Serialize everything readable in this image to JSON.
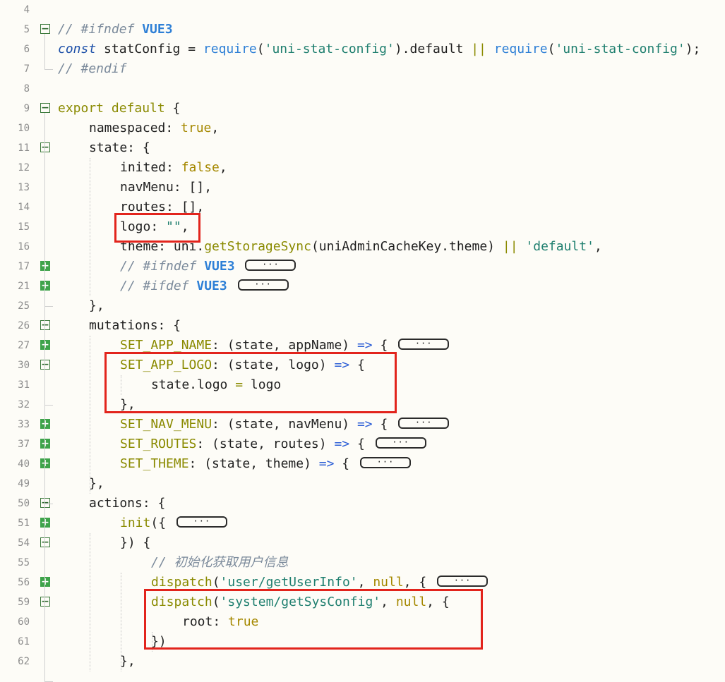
{
  "editor": {
    "lines": [
      {
        "n": "4",
        "fold": "none",
        "indent": 0,
        "tokens": []
      },
      {
        "n": "5",
        "fold": "open",
        "indent": 0,
        "tokens": [
          {
            "t": "// #ifndef ",
            "c": "cmt"
          },
          {
            "t": "VUE3",
            "c": "vue"
          }
        ]
      },
      {
        "n": "6",
        "fold": "none",
        "indent": 0,
        "tokens": [
          {
            "t": "const",
            "c": "kwi"
          },
          {
            "t": " statConfig = ",
            "c": ""
          },
          {
            "t": "require",
            "c": "req"
          },
          {
            "t": "(",
            "c": ""
          },
          {
            "t": "'uni-stat-config'",
            "c": "str"
          },
          {
            "t": ").default ",
            "c": ""
          },
          {
            "t": "||",
            "c": "kw"
          },
          {
            "t": " ",
            "c": ""
          },
          {
            "t": "require",
            "c": "req"
          },
          {
            "t": "(",
            "c": ""
          },
          {
            "t": "'uni-stat-config'",
            "c": "str"
          },
          {
            "t": ");",
            "c": ""
          }
        ]
      },
      {
        "n": "7",
        "fold": "none",
        "indent": 0,
        "tokens": [
          {
            "t": "// #endif",
            "c": "cmt"
          }
        ]
      },
      {
        "n": "8",
        "fold": "none",
        "indent": 0,
        "tokens": []
      },
      {
        "n": "9",
        "fold": "open",
        "indent": 0,
        "tokens": [
          {
            "t": "export default",
            "c": "kw"
          },
          {
            "t": " {",
            "c": ""
          }
        ]
      },
      {
        "n": "10",
        "fold": "none",
        "indent": 1,
        "tokens": [
          {
            "t": "namespaced: ",
            "c": ""
          },
          {
            "t": "true",
            "c": "bool"
          },
          {
            "t": ",",
            "c": ""
          }
        ]
      },
      {
        "n": "11",
        "fold": "open",
        "indent": 1,
        "tokens": [
          {
            "t": "state: {",
            "c": ""
          }
        ]
      },
      {
        "n": "12",
        "fold": "none",
        "indent": 2,
        "tokens": [
          {
            "t": "inited: ",
            "c": ""
          },
          {
            "t": "false",
            "c": "bool"
          },
          {
            "t": ",",
            "c": ""
          }
        ]
      },
      {
        "n": "13",
        "fold": "none",
        "indent": 2,
        "tokens": [
          {
            "t": "navMenu: [],",
            "c": ""
          }
        ]
      },
      {
        "n": "14",
        "fold": "none",
        "indent": 2,
        "tokens": [
          {
            "t": "routes: [],",
            "c": ""
          }
        ]
      },
      {
        "n": "15",
        "fold": "none",
        "indent": 2,
        "tokens": [
          {
            "t": "logo: ",
            "c": ""
          },
          {
            "t": "\"\"",
            "c": "str"
          },
          {
            "t": ",",
            "c": ""
          }
        ]
      },
      {
        "n": "16",
        "fold": "none",
        "indent": 2,
        "tokens": [
          {
            "t": "theme: uni.",
            "c": ""
          },
          {
            "t": "getStorageSync",
            "c": "fn"
          },
          {
            "t": "(uniAdminCacheKey.theme) ",
            "c": ""
          },
          {
            "t": "||",
            "c": "kw"
          },
          {
            "t": " ",
            "c": ""
          },
          {
            "t": "'default'",
            "c": "str"
          },
          {
            "t": ",",
            "c": ""
          }
        ]
      },
      {
        "n": "17",
        "fold": "closed",
        "indent": 2,
        "collapsed": true,
        "tokens": [
          {
            "t": "// #ifndef ",
            "c": "cmt"
          },
          {
            "t": "VUE3",
            "c": "vue"
          }
        ]
      },
      {
        "n": "21",
        "fold": "closed",
        "indent": 2,
        "collapsed": true,
        "tokens": [
          {
            "t": "// #ifdef ",
            "c": "cmt"
          },
          {
            "t": "VUE3",
            "c": "vue"
          }
        ]
      },
      {
        "n": "25",
        "fold": "none",
        "indent": 1,
        "tokens": [
          {
            "t": "},",
            "c": ""
          }
        ]
      },
      {
        "n": "26",
        "fold": "open",
        "indent": 1,
        "tokens": [
          {
            "t": "mutations: {",
            "c": ""
          }
        ]
      },
      {
        "n": "27",
        "fold": "closed",
        "indent": 2,
        "collapsed": true,
        "tokens": [
          {
            "t": "SET_APP_NAME",
            "c": "fn"
          },
          {
            "t": ": (state, appName) ",
            "c": ""
          },
          {
            "t": "=>",
            "c": "op"
          },
          {
            "t": " {",
            "c": ""
          }
        ]
      },
      {
        "n": "30",
        "fold": "open",
        "indent": 2,
        "tokens": [
          {
            "t": "SET_APP_LOGO",
            "c": "fn"
          },
          {
            "t": ": (state, logo) ",
            "c": ""
          },
          {
            "t": "=>",
            "c": "op"
          },
          {
            "t": " {",
            "c": ""
          }
        ]
      },
      {
        "n": "31",
        "fold": "none",
        "indent": 3,
        "tokens": [
          {
            "t": "state.logo ",
            "c": ""
          },
          {
            "t": "=",
            "c": "kw"
          },
          {
            "t": " logo",
            "c": ""
          }
        ]
      },
      {
        "n": "32",
        "fold": "none",
        "indent": 2,
        "tokens": [
          {
            "t": "},",
            "c": ""
          }
        ]
      },
      {
        "n": "33",
        "fold": "closed",
        "indent": 2,
        "collapsed": true,
        "tokens": [
          {
            "t": "SET_NAV_MENU",
            "c": "fn"
          },
          {
            "t": ": (state, navMenu) ",
            "c": ""
          },
          {
            "t": "=>",
            "c": "op"
          },
          {
            "t": " {",
            "c": ""
          }
        ]
      },
      {
        "n": "37",
        "fold": "closed",
        "indent": 2,
        "collapsed": true,
        "tokens": [
          {
            "t": "SET_ROUTES",
            "c": "fn"
          },
          {
            "t": ": (state, routes) ",
            "c": ""
          },
          {
            "t": "=>",
            "c": "op"
          },
          {
            "t": " {",
            "c": ""
          }
        ]
      },
      {
        "n": "40",
        "fold": "closed",
        "indent": 2,
        "collapsed": true,
        "tokens": [
          {
            "t": "SET_THEME",
            "c": "fn"
          },
          {
            "t": ": (state, theme) ",
            "c": ""
          },
          {
            "t": "=>",
            "c": "op"
          },
          {
            "t": " {",
            "c": ""
          }
        ]
      },
      {
        "n": "49",
        "fold": "none",
        "indent": 1,
        "tokens": [
          {
            "t": "},",
            "c": ""
          }
        ]
      },
      {
        "n": "50",
        "fold": "open",
        "indent": 1,
        "tokens": [
          {
            "t": "actions: {",
            "c": ""
          }
        ]
      },
      {
        "n": "51",
        "fold": "closed",
        "indent": 2,
        "collapsed": true,
        "tokens": [
          {
            "t": "init",
            "c": "fn"
          },
          {
            "t": "({",
            "c": ""
          }
        ]
      },
      {
        "n": "54",
        "fold": "open",
        "indent": 2,
        "tokens": [
          {
            "t": "}) {",
            "c": ""
          }
        ]
      },
      {
        "n": "55",
        "fold": "none",
        "indent": 3,
        "tokens": [
          {
            "t": "// 初始化获取用户信息",
            "c": "cmt"
          }
        ]
      },
      {
        "n": "56",
        "fold": "closed",
        "indent": 3,
        "collapsed": true,
        "tokens": [
          {
            "t": "dispatch",
            "c": "fn"
          },
          {
            "t": "(",
            "c": ""
          },
          {
            "t": "'user/getUserInfo'",
            "c": "str"
          },
          {
            "t": ", ",
            "c": ""
          },
          {
            "t": "null",
            "c": "bool"
          },
          {
            "t": ", {",
            "c": ""
          }
        ]
      },
      {
        "n": "59",
        "fold": "open",
        "indent": 3,
        "tokens": [
          {
            "t": "dispatch",
            "c": "fn"
          },
          {
            "t": "(",
            "c": ""
          },
          {
            "t": "'system/getSysConfig'",
            "c": "str"
          },
          {
            "t": ", ",
            "c": ""
          },
          {
            "t": "null",
            "c": "bool"
          },
          {
            "t": ", {",
            "c": ""
          }
        ]
      },
      {
        "n": "60",
        "fold": "none",
        "indent": 4,
        "tokens": [
          {
            "t": "root: ",
            "c": ""
          },
          {
            "t": "true",
            "c": "bool"
          }
        ]
      },
      {
        "n": "61",
        "fold": "none",
        "indent": 3,
        "tokens": [
          {
            "t": "})",
            "c": ""
          }
        ]
      },
      {
        "n": "62",
        "fold": "none",
        "indent": 2,
        "tokens": [
          {
            "t": "},",
            "c": ""
          }
        ]
      }
    ],
    "collapsed_marker": "···",
    "fold_open_glyph": "−",
    "fold_closed_glyph": "+"
  },
  "colors": {
    "background": "#fdfcf7",
    "highlight_box": "#e2241c",
    "fold_closed": "#3ea34a",
    "keyword": "#8a8a00",
    "string": "#1f7f6f",
    "comment": "#7b8a9b"
  },
  "icons": {
    "fold_open": "collapse-minus-icon",
    "fold_closed": "expand-plus-icon"
  }
}
